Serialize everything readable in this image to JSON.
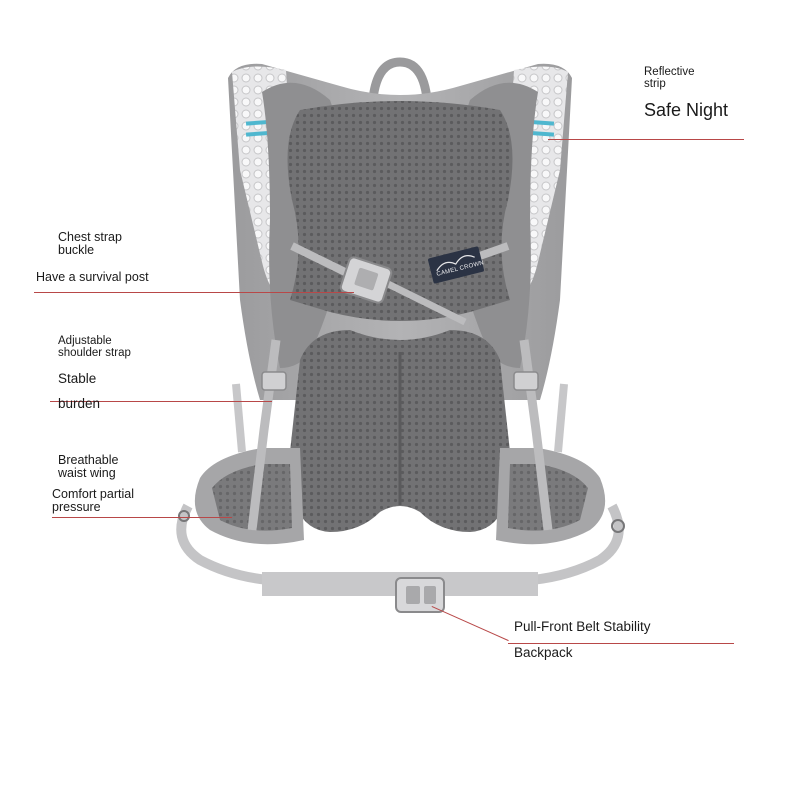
{
  "brand_patch": "CAMEL CROWN",
  "colors": {
    "pack": "#a9a9ab",
    "pack_dark": "#8e8e90",
    "mesh": "#6c6c6e",
    "webbing": "#c4c4c6",
    "reflective": "#4fb7cf",
    "pointer": "#b84848"
  },
  "callouts": {
    "reflective": {
      "title_1": "Reflective",
      "title_2": "strip",
      "sub": "Safe Night"
    },
    "chest": {
      "title_1": "Chest strap",
      "title_2": "buckle",
      "sub": "Have a survival post"
    },
    "shoulder": {
      "title_1": "Adjustable",
      "title_2": "shoulder strap",
      "sub_1": "Stable",
      "sub_2": "burden"
    },
    "waist": {
      "title_1": "Breathable",
      "title_2": "waist wing",
      "sub_1": "Comfort partial",
      "sub_2": "pressure"
    },
    "belt": {
      "title": "Pull-Front Belt Stability",
      "sub": "Backpack"
    }
  }
}
